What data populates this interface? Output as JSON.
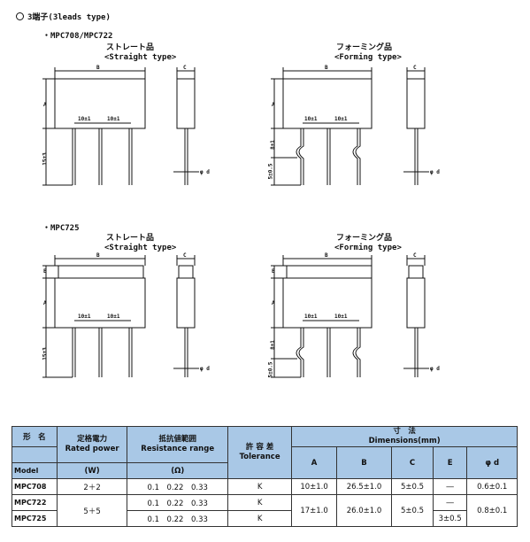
{
  "section_heading": "3端子(3leads type)",
  "group1": {
    "title": "・MPC708/MPC722",
    "straight": {
      "jp": "ストレート品",
      "en": "<Straight type>"
    },
    "forming": {
      "jp": "フォーミング品",
      "en": "<Forming type>"
    }
  },
  "group2": {
    "title": "・MPC725",
    "straight": {
      "jp": "ストレート品",
      "en": "<Straight type>"
    },
    "forming": {
      "jp": "フォーミング品",
      "en": "<Forming type>"
    }
  },
  "dims": {
    "A": "A",
    "B": "B",
    "C": "C",
    "E": "E",
    "d": "φ d",
    "pitch": "10±1",
    "lead_len": "15±3",
    "form1": "5±0.5",
    "form2": "8±1"
  },
  "table": {
    "headers": {
      "model_jp": "形　名",
      "model_en": "Model",
      "power_jp": "定格電力",
      "power_en": "Rated power",
      "power_unit": "(W)",
      "resist_jp": "抵抗値範囲",
      "resist_en": "Resistance range",
      "resist_unit": "(Ω)",
      "tol_jp": "許 容 差",
      "tol_en": "Tolerance",
      "dim_jp": "寸　法",
      "dim_en": "Dimensions(mm)",
      "colA": "A",
      "colB": "B",
      "colC": "C",
      "colE": "E",
      "colD": "φ d"
    },
    "rows": [
      {
        "model": "MPC708",
        "power": "2＋2",
        "resist": "0.1　0.22　0.33",
        "tol": "K",
        "A": "10±1.0",
        "B": "26.5±1.0",
        "C": "5±0.5",
        "E": "―",
        "d": "0.6±0.1"
      },
      {
        "model": "MPC722",
        "power": "5＋5",
        "resist": "0.1　0.22　0.33",
        "tol": "K",
        "A": "17±1.0",
        "B": "26.0±1.0",
        "C": "5±0.5",
        "E": "―",
        "d": "0.8±0.1"
      },
      {
        "model": "MPC725",
        "resist": "0.1　0.22　0.33",
        "tol": "K",
        "E": "3±0.5"
      }
    ]
  }
}
